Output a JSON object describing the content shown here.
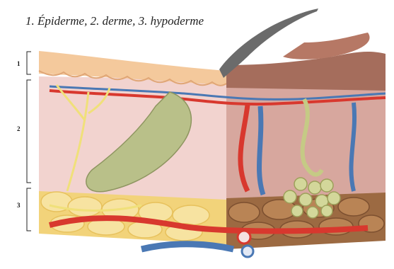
{
  "caption": "1. Épiderme, 2. derme, 3. hypoderme",
  "layers": [
    {
      "number": "1"
    },
    {
      "number": "2"
    },
    {
      "number": "3"
    }
  ],
  "colors": {
    "epidermis": "#f4c99c",
    "dermis": "#f2d3cf",
    "hypodermis_fat": "#f2d37a",
    "artery": "#d8382e",
    "vein": "#4a78b4",
    "nerve": "#f0e07a",
    "hair_follicle": "#b9c089",
    "hair": "#6b6b6b",
    "bracket": "#222222"
  },
  "icons": [
    "skin-cross-section-illustration",
    "hair-shaft",
    "hair-follicle",
    "sweat-gland",
    "artery",
    "vein",
    "nerve",
    "fat-lobules"
  ]
}
